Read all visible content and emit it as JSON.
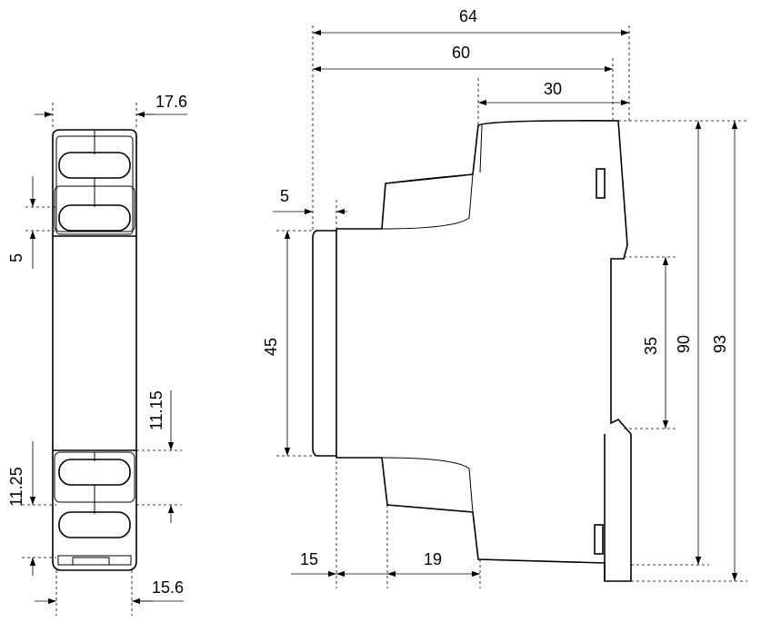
{
  "drawing": {
    "front_view": {
      "width_top": "17.6",
      "width_bottom": "15.6",
      "terminal_pitch": "5",
      "offset_upper": "11.15",
      "offset_lower": "11.25"
    },
    "side_view": {
      "overall_depth": "64",
      "depth_60": "60",
      "depth_30": "30",
      "front_step": "5",
      "front_height": "45",
      "front_depth": "15",
      "step_19": "19",
      "rail_35": "35",
      "height_90": "90",
      "height_93": "93"
    }
  },
  "colors": {
    "line": "#000000",
    "background": "#ffffff"
  }
}
